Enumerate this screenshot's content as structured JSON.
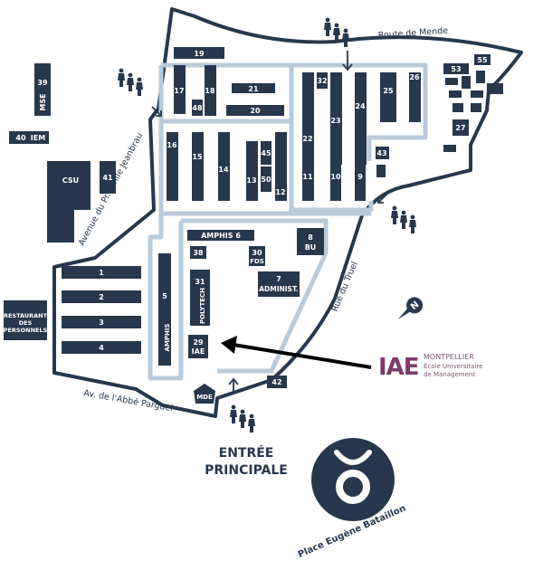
{
  "colors": {
    "building": "#27384d",
    "path": "#b9cbdb",
    "boundary": "#27384d",
    "iae_brand": "#7d3a6c",
    "background": "#ffffff"
  },
  "roads": {
    "route_de_mende": "Route de Mende",
    "avenue_jeanbrau": "Avenue du Pr. Émile Jeanbrau",
    "rue_du_truel": "Rue du Truel",
    "av_abbe_parguel": "Av. de l'Abbé Parguel"
  },
  "entrance": {
    "line1": "ENTRÉE",
    "line2": "PRINCIPALE"
  },
  "place": "Place Eugène Bataillon",
  "iae": {
    "logo": "IAE",
    "line1": "MONTPELLIER",
    "line2": "École Universitaire",
    "line3": "de Management"
  },
  "buildings": {
    "b1": "1",
    "b2": "2",
    "b3": "3",
    "b4": "4",
    "b5": "5",
    "amphis5": "AMPHIS",
    "b6": "AMPHIS    6",
    "b7a": "7",
    "b7b": "ADMINIST.",
    "b8a": "8",
    "b8b": "BU",
    "b9": "9",
    "b10": "10",
    "b11": "11",
    "b12": "12",
    "b13": "13",
    "b14": "14",
    "b15": "15",
    "b16": "16",
    "b17": "17",
    "b18": "18",
    "b19": "19",
    "b20": "20",
    "b21": "21",
    "b22": "22",
    "b23": "23",
    "b24": "24",
    "b25": "25",
    "b26": "26",
    "b27": "27",
    "b29a": "29",
    "b29b": "IAE",
    "b30a": "30",
    "b30b": "FDS",
    "b31": "31",
    "polytech": "POLYTECH",
    "b32": "32",
    "b38": "38",
    "b39": "39",
    "mse": "MSE",
    "b40": "40",
    "iem": "IEM",
    "b41": "41",
    "b42": "42",
    "b43": "43",
    "b45": "45",
    "b48": "48",
    "b50": "50",
    "b53": "53",
    "b55": "55",
    "csu": "CSU",
    "mde": "MDE",
    "restaurant1": "RESTAURANT",
    "restaurant2": "DES",
    "restaurant3": "PERSONNELS"
  },
  "icons": [
    "pedestrian-icon",
    "compass-icon",
    "arrow-icon",
    "tram-icon"
  ]
}
